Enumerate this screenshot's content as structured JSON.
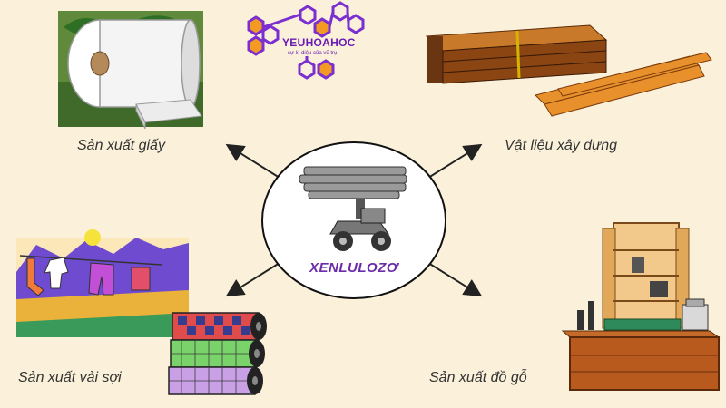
{
  "center": {
    "title": "XENLULOZƠ"
  },
  "logo": {
    "name": "YEUHOAHOC",
    "tagline": "sự kì diệu của vũ trụ"
  },
  "uses": [
    {
      "label": "Sản xuất giấy",
      "icon": "paper-roll-icon"
    },
    {
      "label": "Vật liệu xây dựng",
      "icon": "lumber-planks-icon"
    },
    {
      "label": "Sản xuất vải sợi",
      "icon": "fabric-rolls-icon"
    },
    {
      "label": "Sản xuất đồ gỗ",
      "icon": "wooden-furniture-icon"
    }
  ],
  "colors": {
    "background": "#fbf1da",
    "center_text": "#6a2ca8",
    "logo": "#7b2fd0"
  }
}
